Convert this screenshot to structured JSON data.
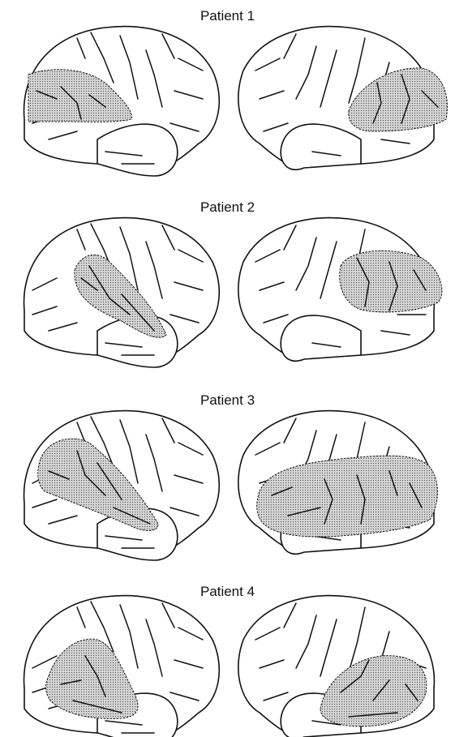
{
  "patients": [
    {
      "title": "Patient 1"
    },
    {
      "title": "Patient 2"
    },
    {
      "title": "Patient 3"
    },
    {
      "title": "Patient 4"
    }
  ],
  "colors": {
    "ink": "#111111",
    "lesion_fill": "#bdbdbd",
    "background": "#ffffff"
  }
}
